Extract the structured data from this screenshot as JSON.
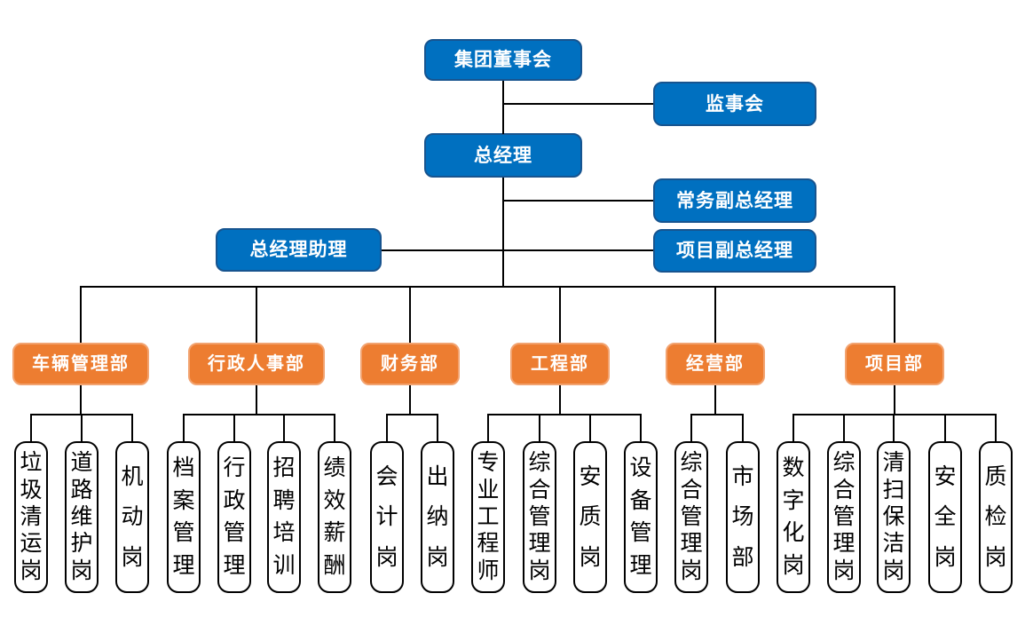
{
  "colors": {
    "node_blue": "#0070C0",
    "node_orange": "#ED7D31",
    "connector": "#000000",
    "background": "#FFFFFF",
    "node_text": "#FFFFFF",
    "position_text": "#000000"
  },
  "org_chart": {
    "board": "集团董事会",
    "supervisory_board": "监事会",
    "general_manager": "总经理",
    "executive_deputy_gm": "常务副总经理",
    "gm_assistant": "总经理助理",
    "project_deputy_gm": "项目副总经理",
    "departments": [
      {
        "label": "车辆管理部",
        "positions": [
          "垃圾清运岗",
          "道路维护岗",
          "机动岗"
        ]
      },
      {
        "label": "行政人事部",
        "positions": [
          "档案管理",
          "行政管理",
          "招聘培训",
          "绩效薪酬"
        ]
      },
      {
        "label": "财务部",
        "positions": [
          "会计岗",
          "出纳岗"
        ]
      },
      {
        "label": "工程部",
        "positions": [
          "专业工程师",
          "综合管理岗",
          "安质岗",
          "设备管理"
        ]
      },
      {
        "label": "经营部",
        "positions": [
          "综合管理岗",
          "市场部"
        ]
      },
      {
        "label": "项目部",
        "positions": [
          "数字化岗",
          "综合管理岗",
          "清扫保洁岗",
          "安全岗",
          "质检岗"
        ]
      }
    ]
  }
}
